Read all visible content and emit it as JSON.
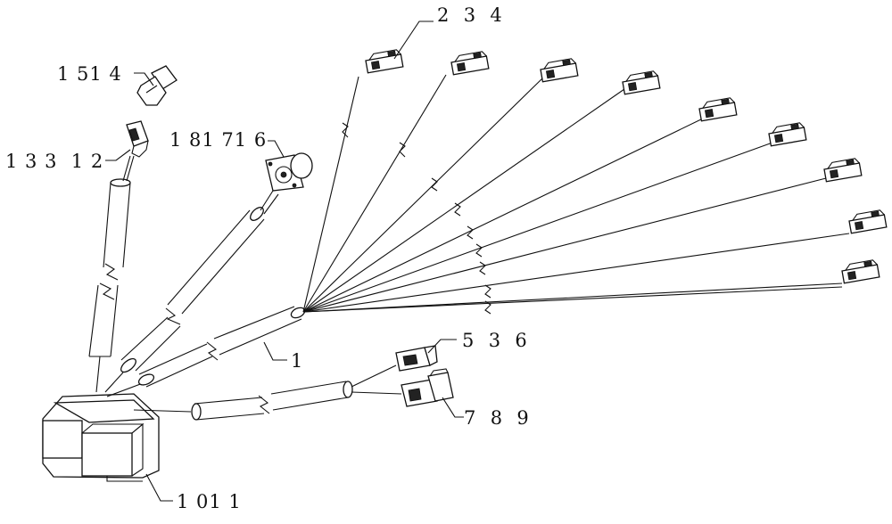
{
  "callouts": {
    "c234": "2  3  4",
    "c1514": "1 51 4",
    "c13312": "1 3 3  1 2",
    "c181716": "1 81 71 6",
    "c536": "5  3  6",
    "c1": "1",
    "c789": "7  8  9",
    "c1011": "1 01 1"
  }
}
